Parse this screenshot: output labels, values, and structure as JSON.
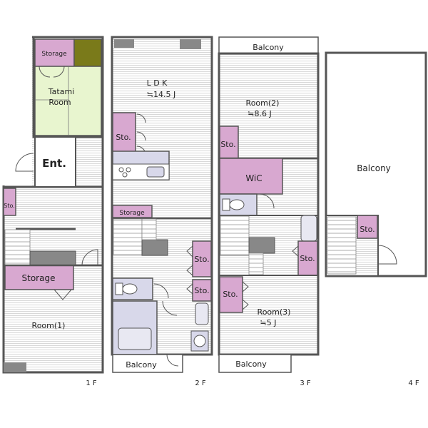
{
  "floors": {
    "f1": {
      "label": "1 F",
      "storage_top": "Storage",
      "tatami": "Tatami\nRoom",
      "entrance": "Ent.",
      "sto": "Sto.",
      "storage": "Storage",
      "room1": "Room(1)"
    },
    "f2": {
      "label": "2 F",
      "ldk": "L D K",
      "ldk_size": "≒14.5 J",
      "sto_left": "Sto.",
      "storage": "Storage",
      "sto_r1": "Sto.",
      "sto_r2": "Sto.",
      "balcony": "Balcony"
    },
    "f3": {
      "label": "3 F",
      "balcony_top": "Balcony",
      "room2": "Room(2)",
      "room2_size": "≒8.6 J",
      "sto_left": "Sto.",
      "wic": "WiC",
      "sto_right": "Sto.",
      "sto_lower": "Sto.",
      "room3": "Room(3)",
      "room3_size": "≒5 J",
      "balcony_bottom": "Balcony"
    },
    "f4": {
      "label": "4 F",
      "balcony": "Balcony",
      "sto": "Sto."
    }
  },
  "colors": {
    "storage": "#d8a8d0",
    "tatami": "#e8f5cf",
    "alcove": "#7a7a1a",
    "bath": "#d8d8ea",
    "wall": "#555555",
    "floor_lines": "#c8c8c8"
  }
}
